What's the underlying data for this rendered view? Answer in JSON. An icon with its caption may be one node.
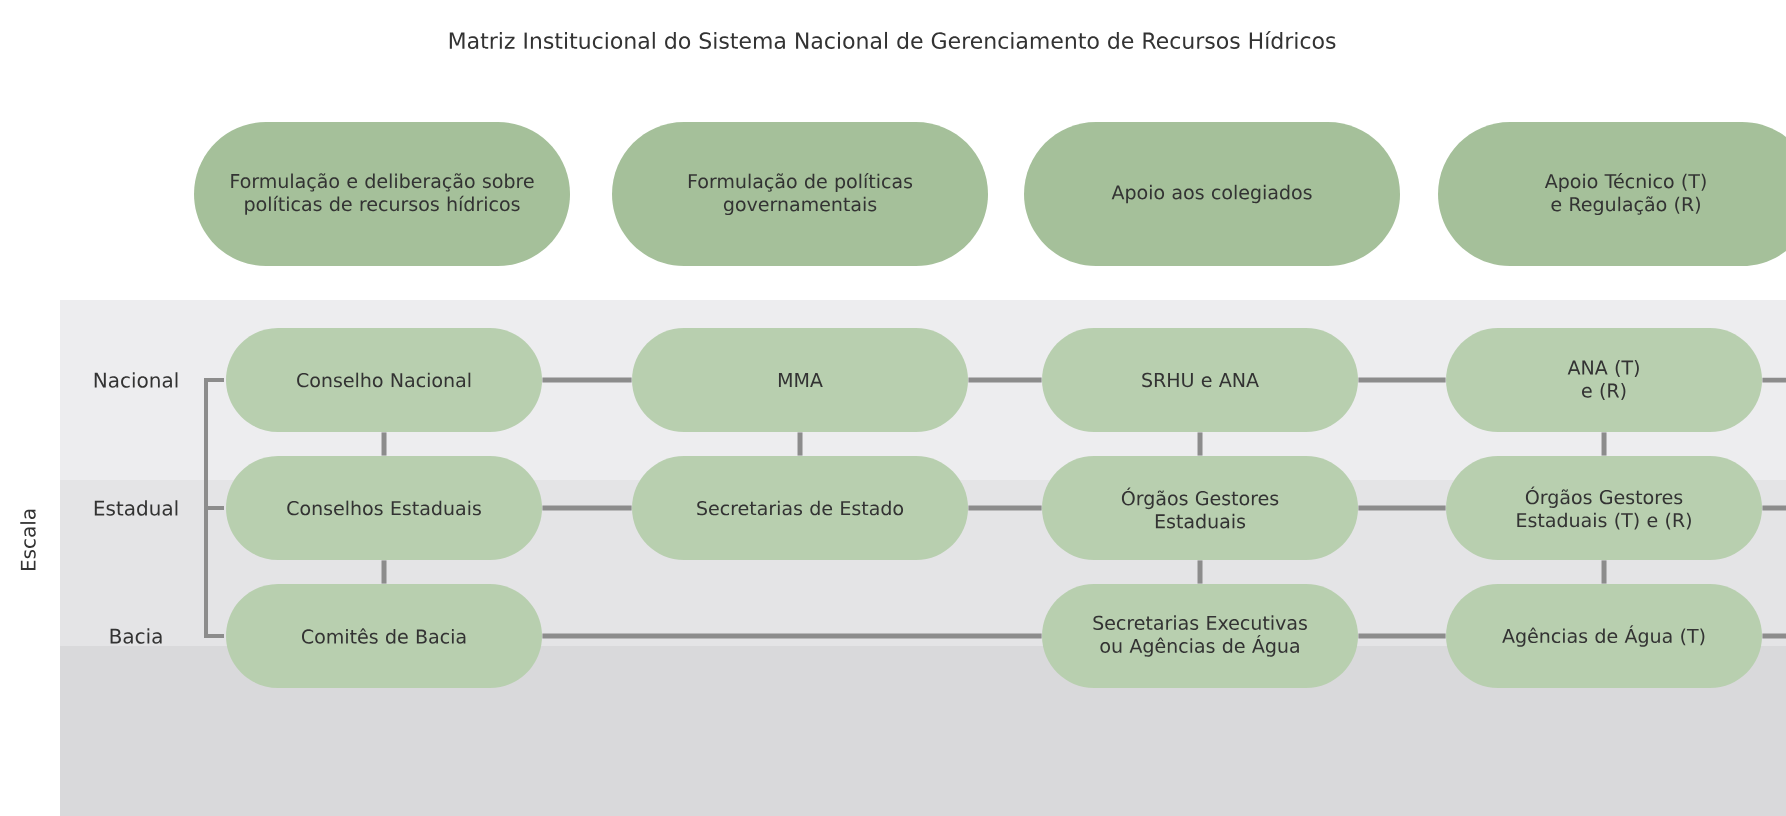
{
  "diagram": {
    "title": "Matriz Institucional do Sistema Nacional de Gerenciamento de Recursos Hídricos",
    "nodes": [
      {
        "text": [
          "Formulação e deliberação sobre políticas de recursos hídricos"
        ]
      },
      {
        "text": [
          "Formulação de políticas governamentais"
        ]
      },
      {
        "text": [
          "Apoio aos colegiados"
        ]
      },
      {
        "text": [
          "Apoio Técnico (T) e Regulação (R)"
        ]
      },
      {
        "text": [
          "Conselho Nacional"
        ]
      },
      {
        "text": [
          "MMA"
        ]
      },
      {
        "text": [
          "SRHU e ANA"
        ]
      },
      {
        "text": [
          "ANA (T) e (R)"
        ]
      },
      {
        "text": [
          "Conselhos Estaduais"
        ]
      },
      {
        "text": [
          "Secretarias de Estado"
        ]
      },
      {
        "text": [
          "Órgãos Gestores Estaduais"
        ]
      },
      {
        "text": [
          "Órgãos Gestores Estaduais (T) e (R)"
        ]
      },
      {
        "text": [
          "Comitês de Bacia"
        ]
      },
      {
        "text": [
          "Secretarias Executivas ou Agências de Água"
        ]
      },
      {
        "text": [
          "Agências de Água (T)"
        ]
      }
    ],
    "edges": [
      {
        "from": 4,
        "to": 5,
        "arrow": "none"
      },
      {
        "from": 5,
        "to": 6,
        "arrow": "none"
      },
      {
        "from": 6,
        "to": 7,
        "arrow": "none"
      },
      {
        "from": 7,
        "to": null,
        "arrow": "none"
      },
      {
        "from": 8,
        "to": 9,
        "arrow": "none"
      },
      {
        "from": 9,
        "to": 10,
        "arrow": "none"
      },
      {
        "from": 10,
        "to": 11,
        "arrow": "none"
      },
      {
        "from": 11,
        "to": null,
        "arrow": "none"
      },
      {
        "from": 12,
        "to": 13,
        "arrow": "none"
      },
      {
        "from": 13,
        "to": 14,
        "arrow": "none"
      },
      {
        "from": 14,
        "to": null,
        "arrow": "none"
      },
      {
        "from": 4,
        "to": 8,
        "arrow": "none"
      },
      {
        "from": 8,
        "to": 12,
        "arrow": "none"
      },
      {
        "from": 5,
        "to": 9,
        "arrow": "none"
      },
      {
        "from": 6,
        "to": 10,
        "arrow": "none"
      },
      {
        "from": 10,
        "to": 13,
        "arrow": "none"
      },
      {
        "from": 7,
        "to": 11,
        "arrow": "none"
      },
      {
        "from": 11,
        "to": 14,
        "arrow": "none"
      }
    ],
    "labels": [
      "Escala",
      "Nacional",
      "Estadual",
      "Bacia"
    ]
  }
}
